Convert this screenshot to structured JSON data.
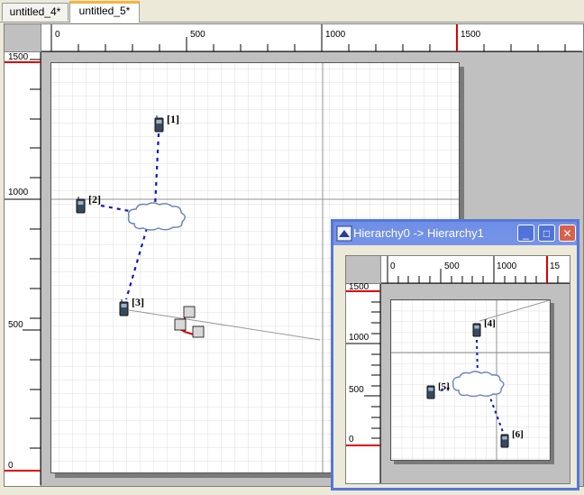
{
  "tabs": [
    {
      "label": "untitled_4*",
      "active": false
    },
    {
      "label": "untitled_5*",
      "active": true
    }
  ],
  "main_editor": {
    "hruler_labels": [
      "0",
      "500",
      "1000",
      "1500"
    ],
    "vruler_labels": [
      "1500",
      "1000",
      "500",
      "0"
    ],
    "nodes": [
      {
        "label": "[1]",
        "icon": "phone-icon"
      },
      {
        "label": "[2]",
        "icon": "phone-icon"
      },
      {
        "label": "[3]",
        "icon": "phone-icon"
      }
    ],
    "cloud_icon": "cloud-icon",
    "server_icon": "server-cluster-icon"
  },
  "sub_window": {
    "title": "Hierarchy0 -> Hierarchy1",
    "buttons": {
      "minimize": "_",
      "maximize": "□",
      "close": "✕"
    },
    "hruler_labels": [
      "0",
      "500",
      "1000",
      "15"
    ],
    "vruler_labels": [
      "1500",
      "1000",
      "500",
      "0"
    ],
    "nodes": [
      {
        "label": "[4]",
        "icon": "phone-icon"
      },
      {
        "label": "[5]",
        "icon": "phone-icon"
      },
      {
        "label": "[6]",
        "icon": "phone-icon"
      }
    ]
  },
  "colors": {
    "accent_red": "#e00000",
    "link_blue": "#1414c8",
    "title_blue": "#5677d9"
  }
}
